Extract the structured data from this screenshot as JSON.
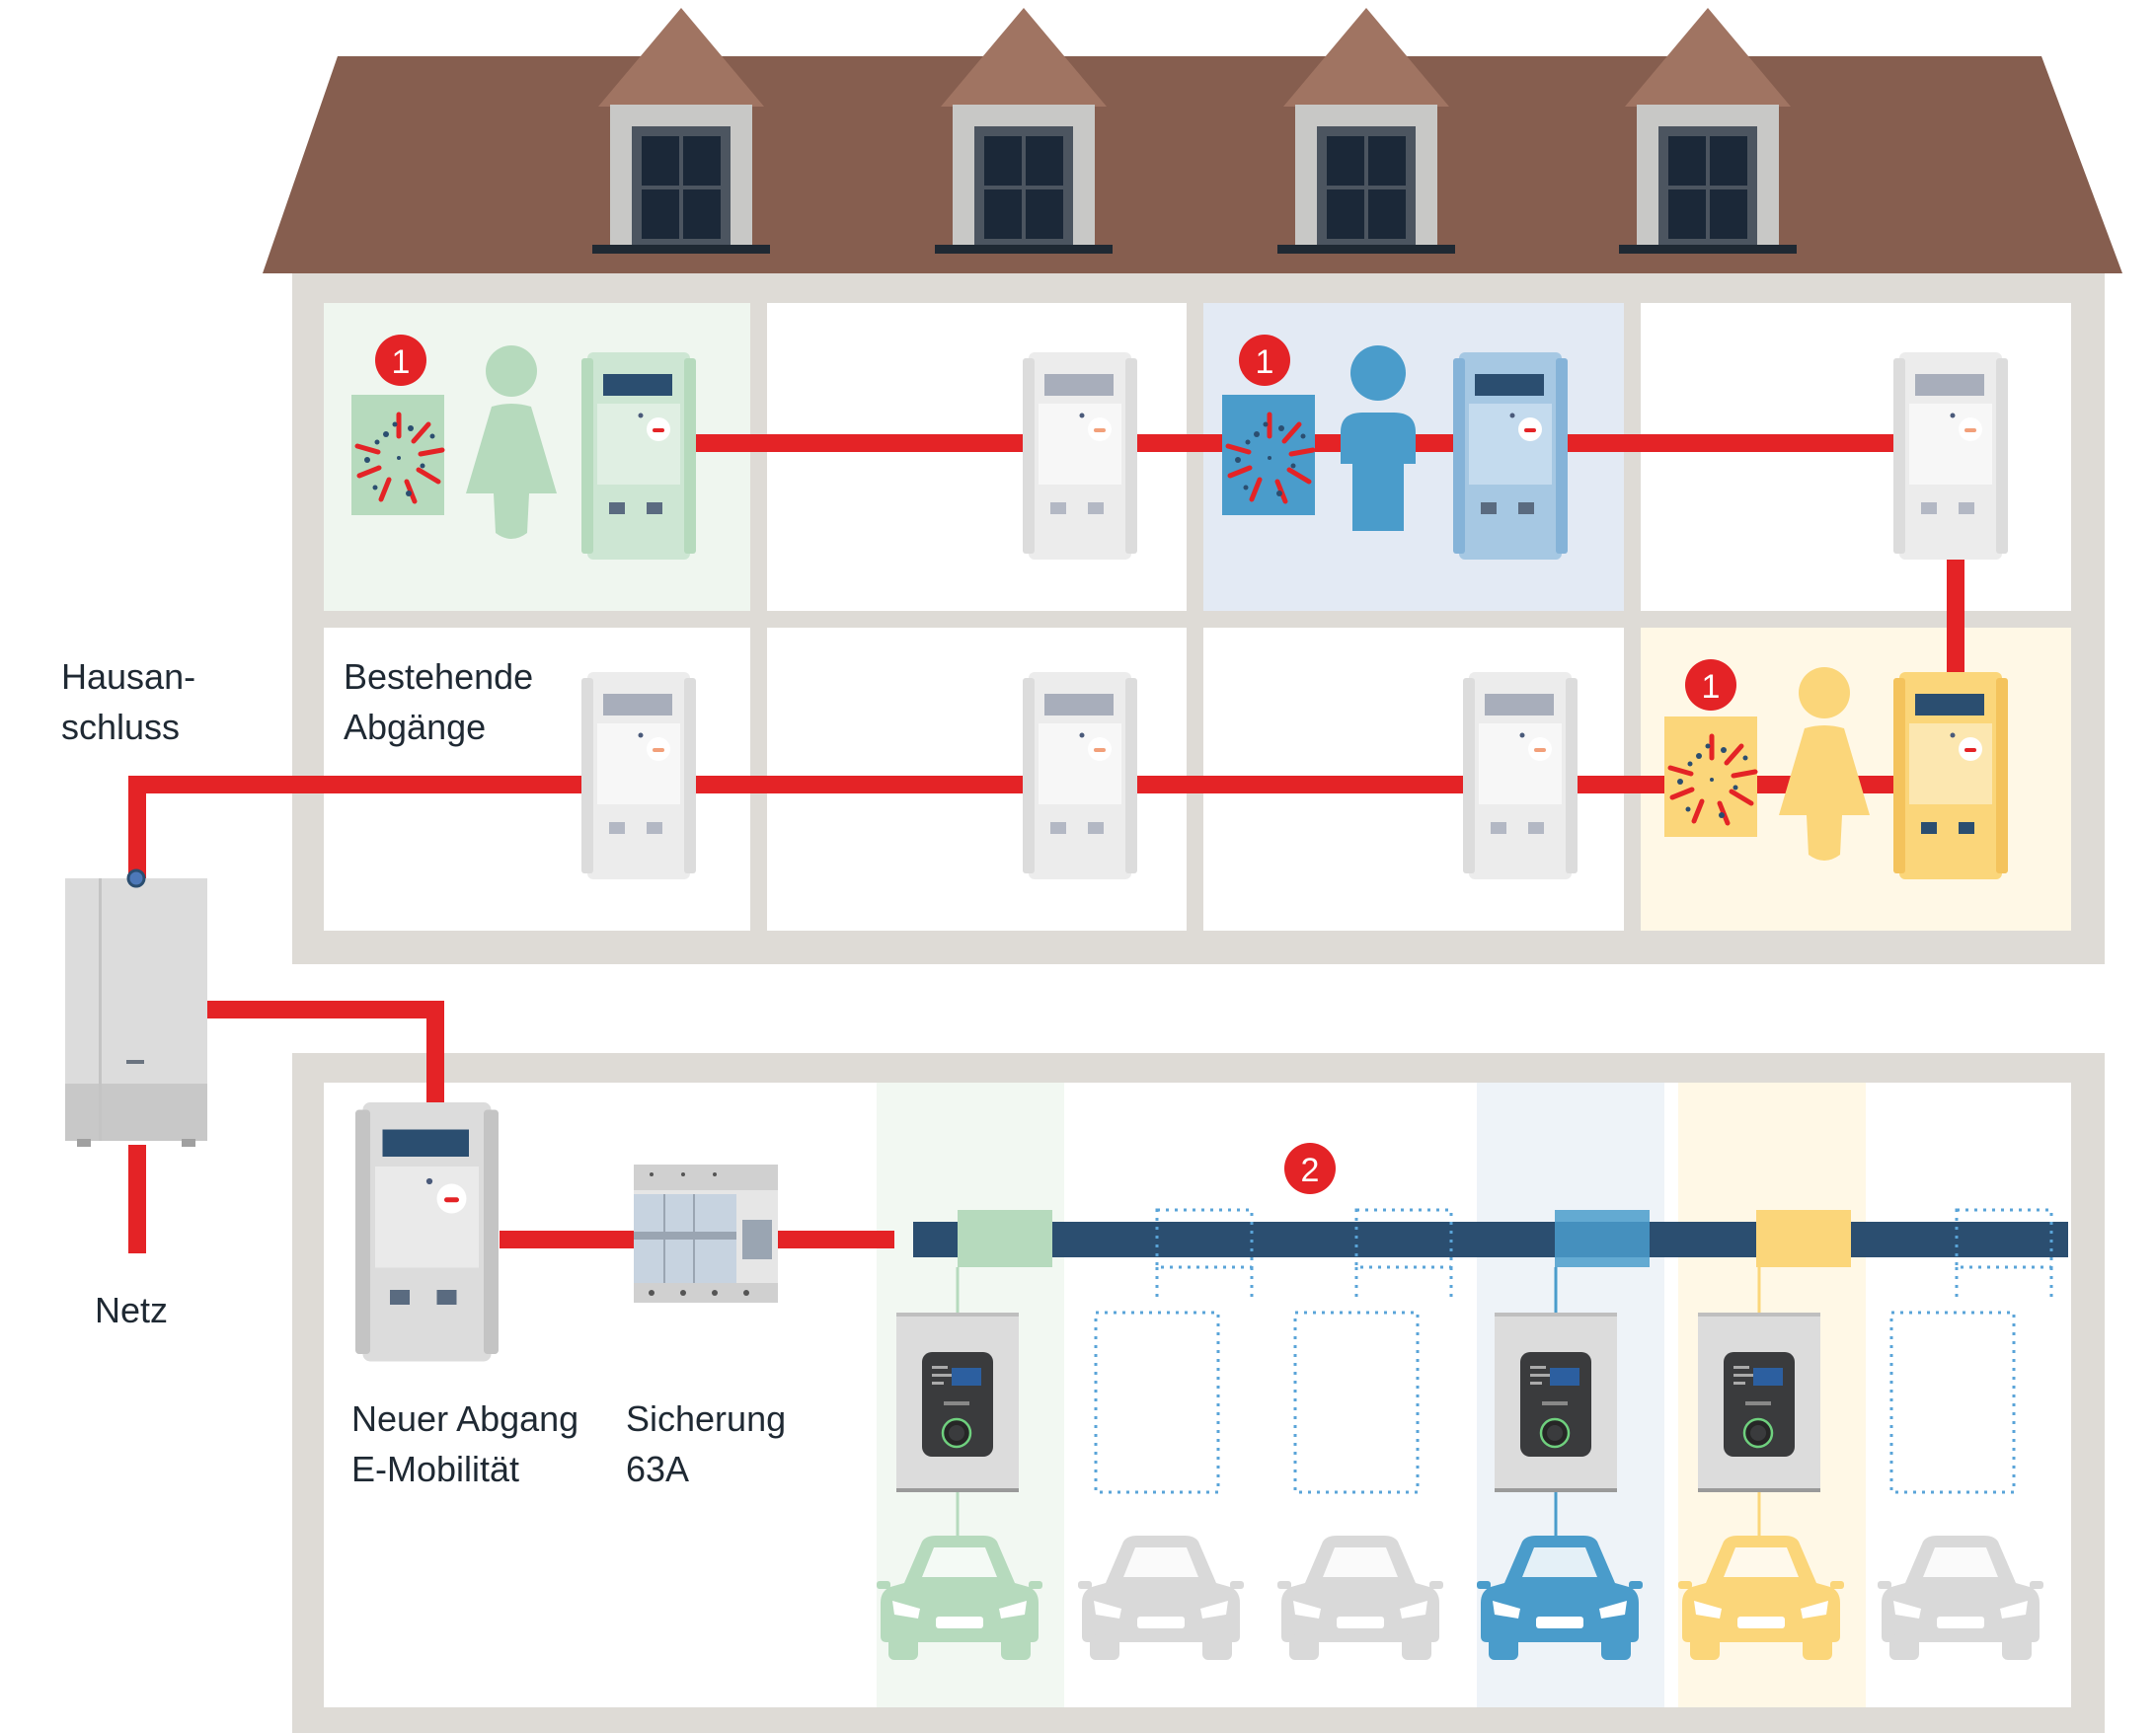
{
  "labels": {
    "hausanschluss": "Hausan-\nschluss",
    "bestehende_abgaenge": "Bestehende\nAbgänge",
    "netz": "Netz",
    "neuer_abgang": "Neuer Abgang\nE-Mobilität",
    "sicherung": "Sicherung\n63A"
  },
  "markers": {
    "one": "1",
    "two": "2"
  },
  "colors": {
    "roof": "#865e4f",
    "dormer_roof": "#a07462",
    "wall": "#dedbd6",
    "cable": "#e42326",
    "bus": "#2b4e70",
    "marker": "#e42326",
    "green": "#b6dabd",
    "blue": "#4d9ecb",
    "yellow": "#fbd67a",
    "grey": "#d9d9d9",
    "dotted_outline": "#5aa4d8"
  },
  "icons": [
    "house-connection-box-icon",
    "meter-icon",
    "fuse-icon",
    "wallbox-icon",
    "car-icon",
    "person-icon",
    "load-management-icon"
  ]
}
